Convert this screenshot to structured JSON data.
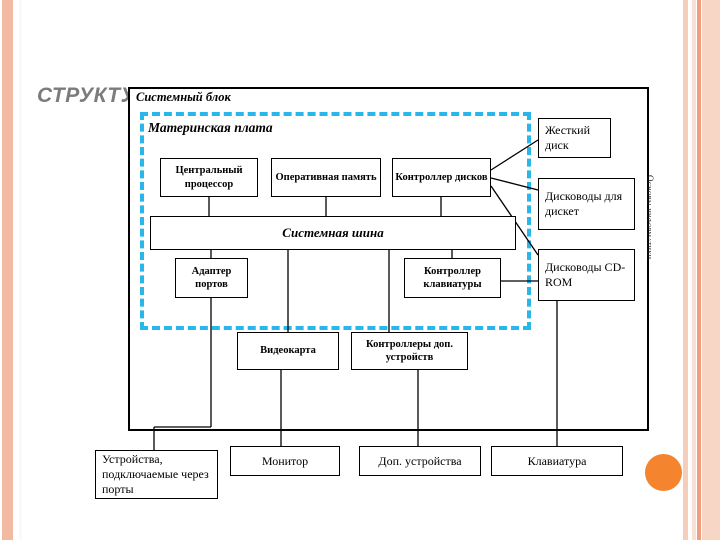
{
  "slide": {
    "title": "СТРУКТУ",
    "side_caption": "Основы информатики",
    "accent_color": "#29b6e8",
    "stripe_color": "#f2b9a3",
    "dot_color": "#f5842f",
    "title_color": "#7b7b7b"
  },
  "diagram": {
    "type": "block-diagram",
    "outer_frame_label": "Системный блок",
    "inner_frame_label": "Материнская плата",
    "motherboard_blocks": [
      {
        "id": "cpu",
        "label": "Центральный процессор"
      },
      {
        "id": "ram",
        "label": "Оперативная память"
      },
      {
        "id": "disk-controller",
        "label": "Контроллер дисков"
      },
      {
        "id": "system-bus",
        "label": "Системная шина"
      },
      {
        "id": "port-adapter",
        "label": "Адаптер портов"
      },
      {
        "id": "keyboard-controller",
        "label": "Контроллер клавиатуры"
      }
    ],
    "expansion_blocks": [
      {
        "id": "video-card",
        "label": "Видеокарта"
      },
      {
        "id": "extra-controllers",
        "label": "Контроллеры доп. устройств"
      }
    ],
    "storage_blocks": [
      {
        "id": "hard-disk",
        "label": "Жесткий диск"
      },
      {
        "id": "floppy-drives",
        "label": "Дисководы для дискет"
      },
      {
        "id": "cdrom-drives",
        "label": "Дисководы CD-ROM"
      }
    ],
    "peripheral_blocks": [
      {
        "id": "port-devices",
        "label": "Устройства, подключаемые через порты"
      },
      {
        "id": "monitor",
        "label": "Монитор"
      },
      {
        "id": "extra-devices",
        "label": "Доп. устройства"
      },
      {
        "id": "keyboard",
        "label": "Клавиатура"
      }
    ]
  }
}
